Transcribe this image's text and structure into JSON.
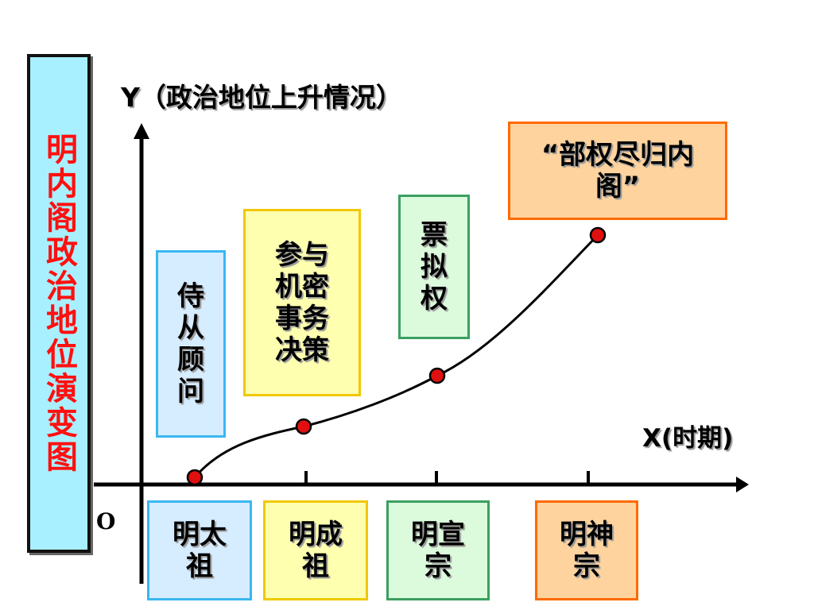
{
  "title": "明内阁政治地位演变图",
  "y_axis_label": "Y（政治地位上升情况）",
  "x_axis_label": "X(时期)",
  "origin_label": "O",
  "stages": [
    {
      "lines": [
        "侍",
        "从",
        "顾",
        "问"
      ],
      "color": "#3ab7f0"
    },
    {
      "lines": [
        "参与",
        "机密",
        "事务",
        "决策"
      ],
      "color": "#f0c800"
    },
    {
      "lines": [
        "票",
        "拟",
        "权"
      ],
      "color": "#3aa060"
    },
    {
      "lines": [
        "“部权尽归内",
        "阁”"
      ],
      "color": "#ff6a00"
    }
  ],
  "periods": [
    {
      "lines": [
        "明太",
        "祖"
      ]
    },
    {
      "lines": [
        "明成",
        "祖"
      ]
    },
    {
      "lines": [
        "明宣",
        "宗"
      ]
    },
    {
      "lines": [
        "明神",
        "宗"
      ]
    }
  ],
  "curve": {
    "points_count": 4,
    "point_color": "#e01010"
  }
}
